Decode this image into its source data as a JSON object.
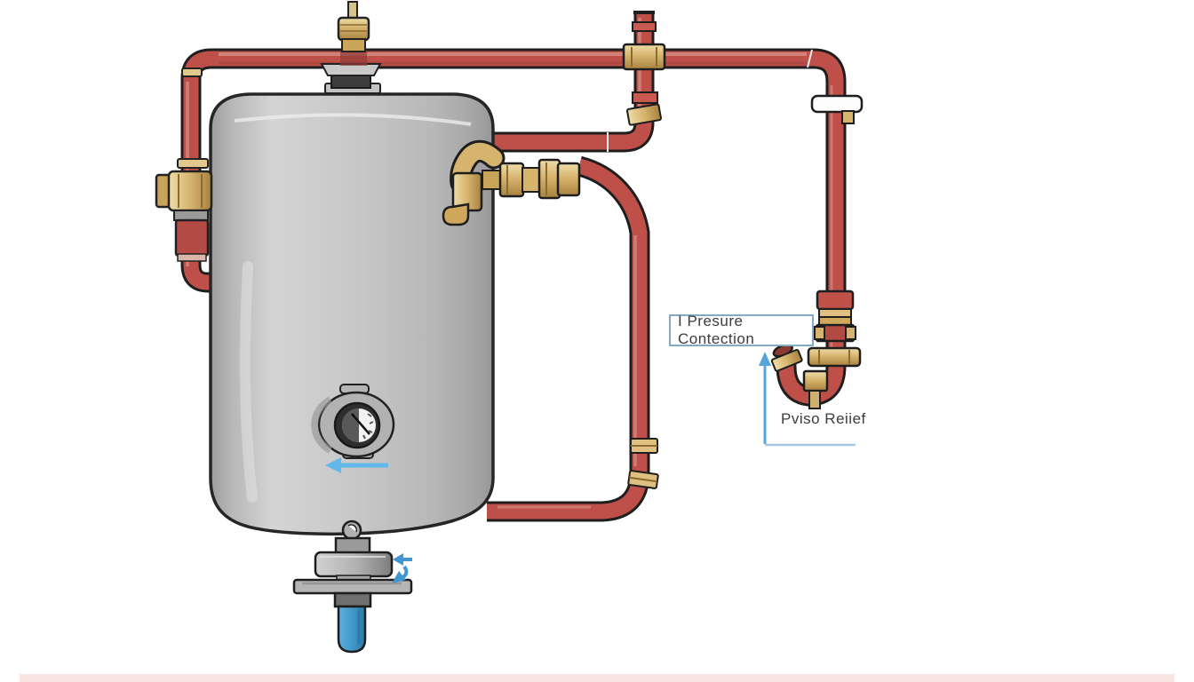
{
  "labels": {
    "pressure_connection": "I Presure Contection",
    "relief": "Pviso Reiief"
  },
  "colors": {
    "pipe_red": "#bf5049",
    "pipe_red_dark": "#8e3b35",
    "pipe_highlight": "#d8948a",
    "brass": "#d8b873",
    "tank_gray": "#c9c9c9",
    "drain_blue": "#3e9cc9",
    "annotation_blue": "#58a4da",
    "label_border": "#84abc4",
    "background": "#ffffff"
  },
  "components": [
    "water-heater-tank",
    "top-supply-pipe",
    "left-inlet-pipe",
    "left-brass-tee-fitting",
    "tank-top-valve",
    "brass-pipe-union",
    "recirculation-loop-pipe",
    "right-riser-pipe",
    "pressure-relief-valve",
    "temperature-gauge",
    "bottom-drain-valve"
  ]
}
